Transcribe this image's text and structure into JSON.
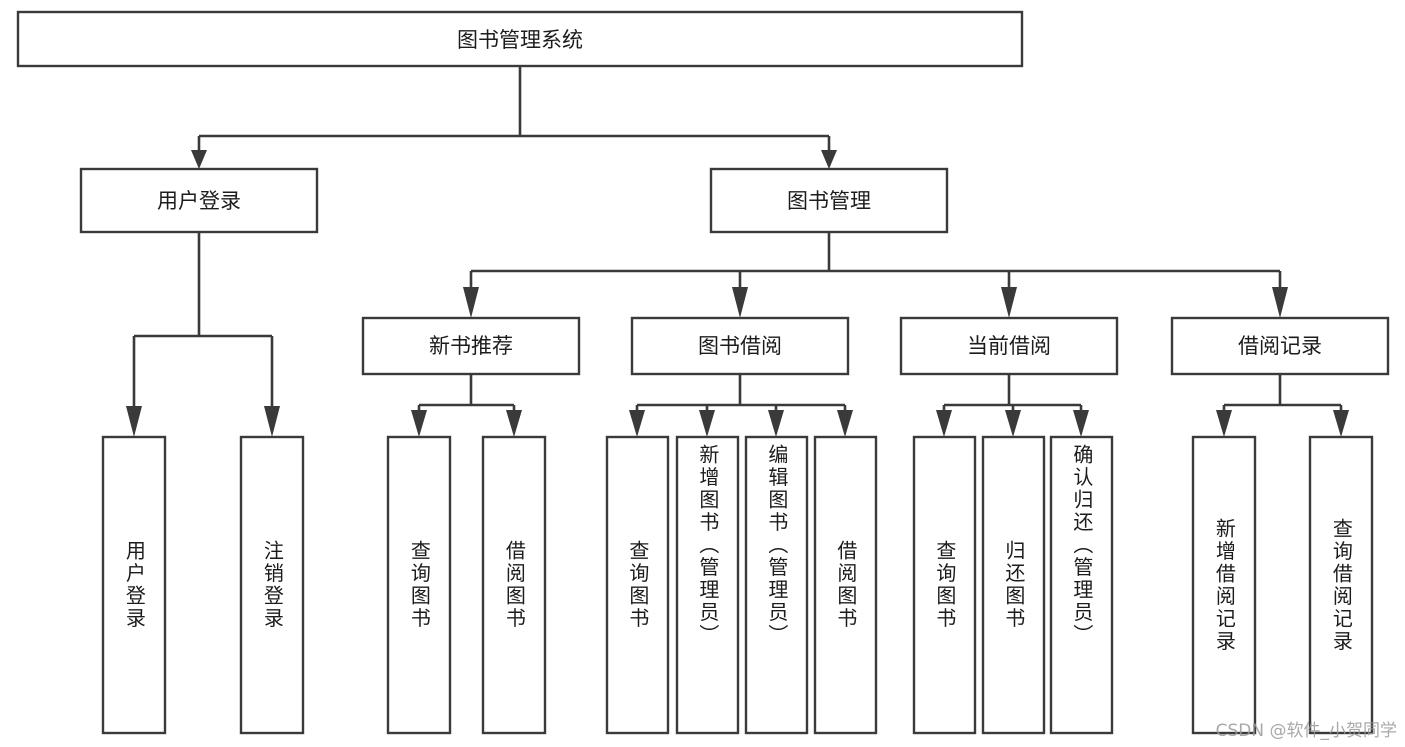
{
  "diagram": {
    "title": "图书管理系统",
    "watermark": "CSDN @软件_小贺同学",
    "type": "tree-hierarchy",
    "orientation": "top-down",
    "style": {
      "background": "#ffffff",
      "box_fill": "#ffffff",
      "box_stroke": "#3a3a3a",
      "text_color": "#1c1c1c",
      "watermark_color": "#9a9a9a"
    },
    "root": {
      "label": "图书管理系统"
    },
    "level2": [
      {
        "label": "用户登录"
      },
      {
        "label": "图书管理"
      }
    ],
    "level3": [
      {
        "label": "新书推荐"
      },
      {
        "label": "图书借阅"
      },
      {
        "label": "当前借阅"
      },
      {
        "label": "借阅记录"
      }
    ],
    "leaves": {
      "user_login": [
        {
          "label": "用户登录"
        },
        {
          "label": "注销登录"
        }
      ],
      "new_book_recommend": [
        {
          "label": "查询图书"
        },
        {
          "label": "借阅图书"
        }
      ],
      "book_borrow": [
        {
          "label": "查询图书"
        },
        {
          "label": "新增图书（管理员）"
        },
        {
          "label": "编辑图书（管理员）"
        },
        {
          "label": "借阅图书"
        }
      ],
      "current_borrow": [
        {
          "label": "查询图书"
        },
        {
          "label": "归还图书"
        },
        {
          "label": "确认归还（管理员）"
        }
      ],
      "borrow_record": [
        {
          "label": "新增借阅记录"
        },
        {
          "label": "查询借阅记录"
        }
      ]
    }
  }
}
